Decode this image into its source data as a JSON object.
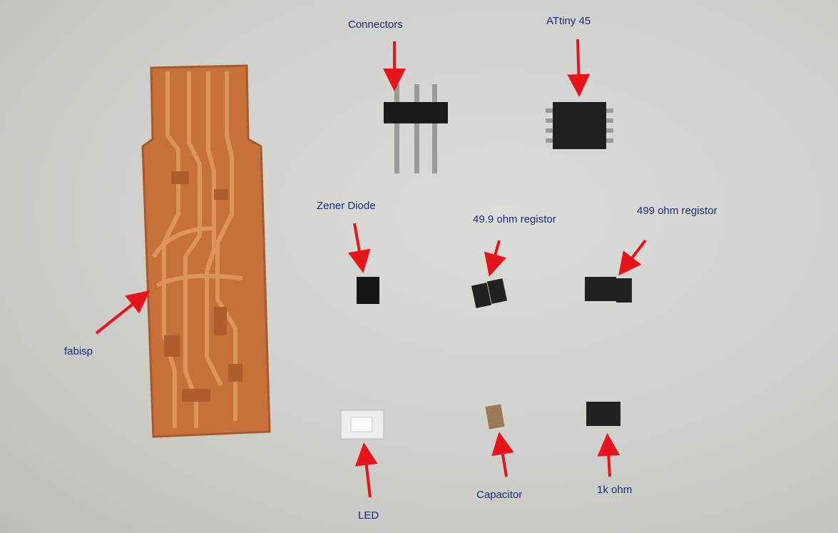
{
  "labels": {
    "connectors": "Connectors",
    "attiny": "ATtiny 45",
    "zener": "Zener Diode",
    "r49": "49.9 ohm registor",
    "r499": "499 ohm registor",
    "fabisp": "fabisp",
    "led": "LED",
    "capacitor": "Capacitor",
    "r1k": "1k ohm"
  },
  "colors": {
    "arrow": "#e8141c",
    "label": "#1c2a78",
    "pcb": "#c8703a"
  }
}
